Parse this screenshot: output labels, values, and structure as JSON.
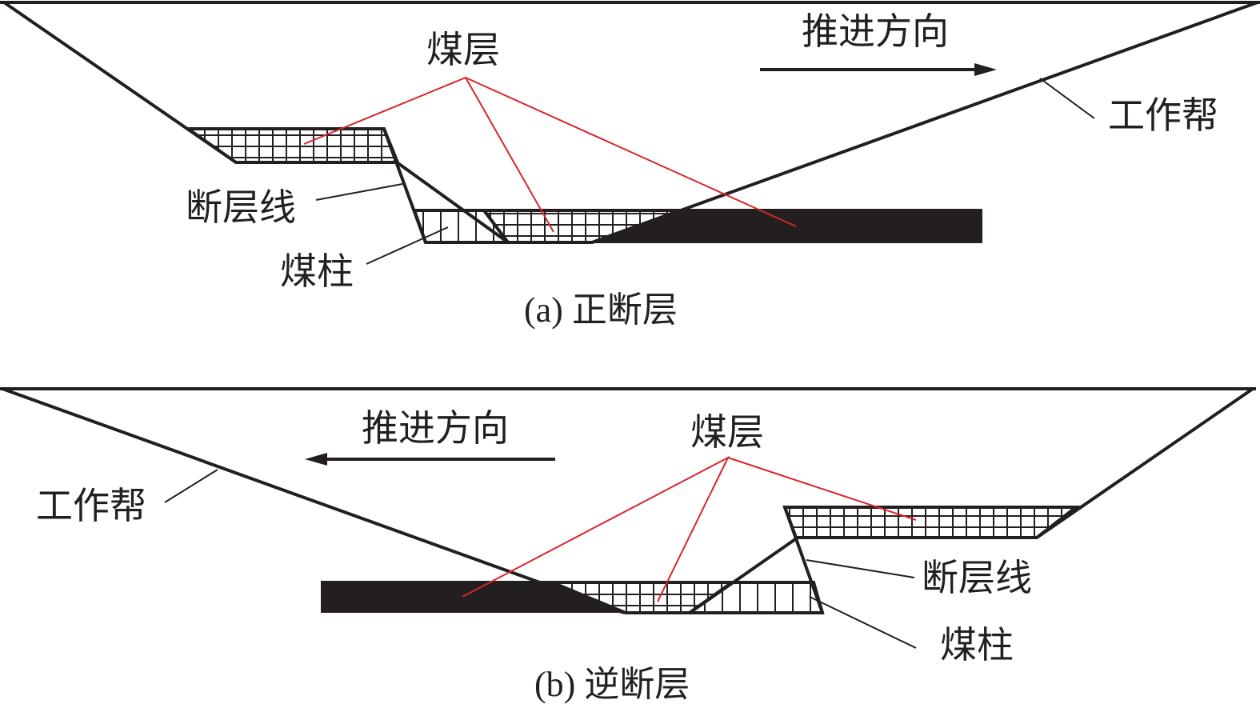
{
  "panels": [
    {
      "id": "a",
      "caption": "(a) 正断层",
      "labels": {
        "coal_seam": "煤层",
        "advance_direction": "推进方向",
        "working_face": "工作帮",
        "fault_line": "断层线",
        "coal_pillar": "煤柱"
      },
      "advance_direction": "right"
    },
    {
      "id": "b",
      "caption": "(b) 逆断层",
      "labels": {
        "coal_seam": "煤层",
        "advance_direction": "推进方向",
        "working_face": "工作帮",
        "fault_line": "断层线",
        "coal_pillar": "煤柱"
      },
      "advance_direction": "left"
    }
  ],
  "colors": {
    "line": "#231f20",
    "leader_red": "#d7262d",
    "background": "#ffffff"
  }
}
